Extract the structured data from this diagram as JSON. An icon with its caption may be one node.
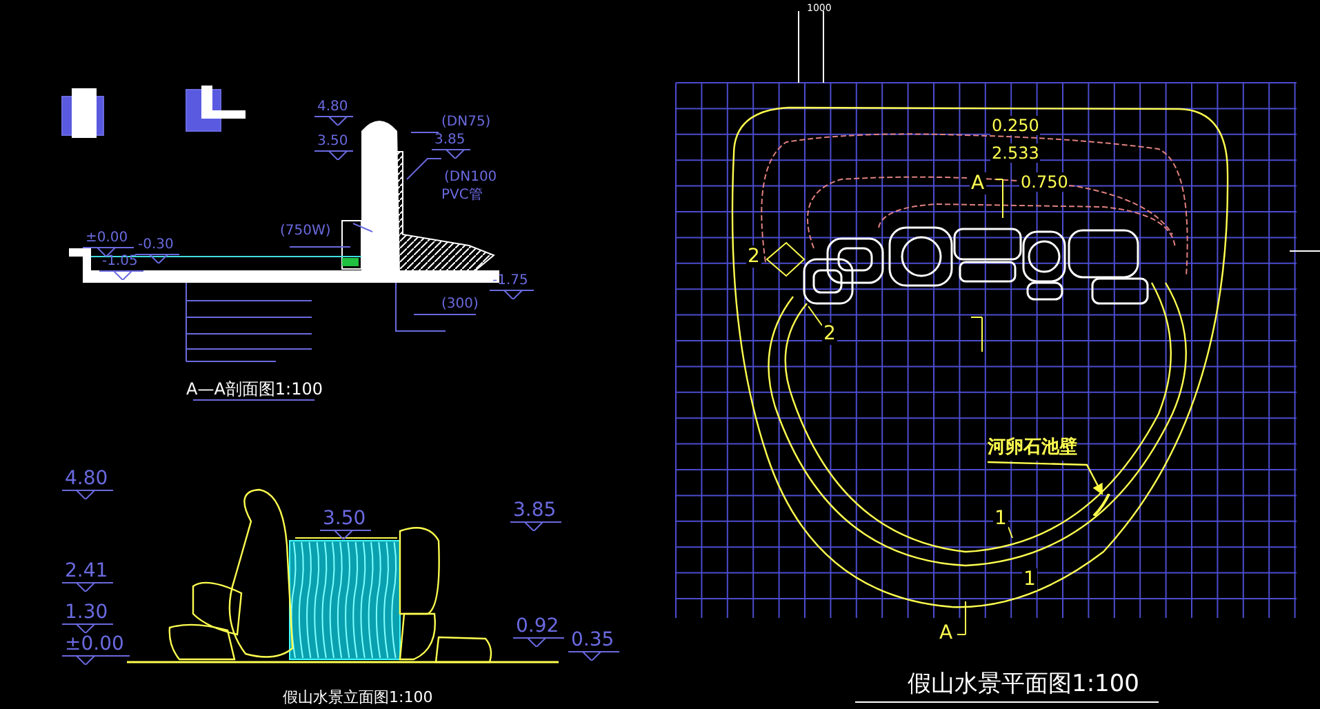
{
  "diagram": {
    "nodes": [
      {
        "text": [
          "河卵石池壁"
        ]
      },
      {
        "text": [],
        "shape": "picture"
      }
    ],
    "edges": [
      {
        "from": 0,
        "to": 1,
        "arrow": "to"
      }
    ],
    "labels": [
      "1000",
      "4.80",
      "(DN75)",
      "3.50",
      "3.85",
      "(DN100",
      "PVC管",
      "±0.00",
      "-0.30",
      "-1.05",
      "(750W)",
      "-1.75",
      "(300)",
      "A—A剖面图1:100",
      "4.80",
      "3.50",
      "3.85",
      "2.41",
      "1.30",
      "0.92",
      "±0.00",
      "0.35",
      "假山水景立面图1:100",
      "0.250",
      "2.533",
      "A",
      "0.750",
      "2",
      "2",
      "1",
      "1",
      "A",
      "假山水景平面图1:100"
    ]
  }
}
